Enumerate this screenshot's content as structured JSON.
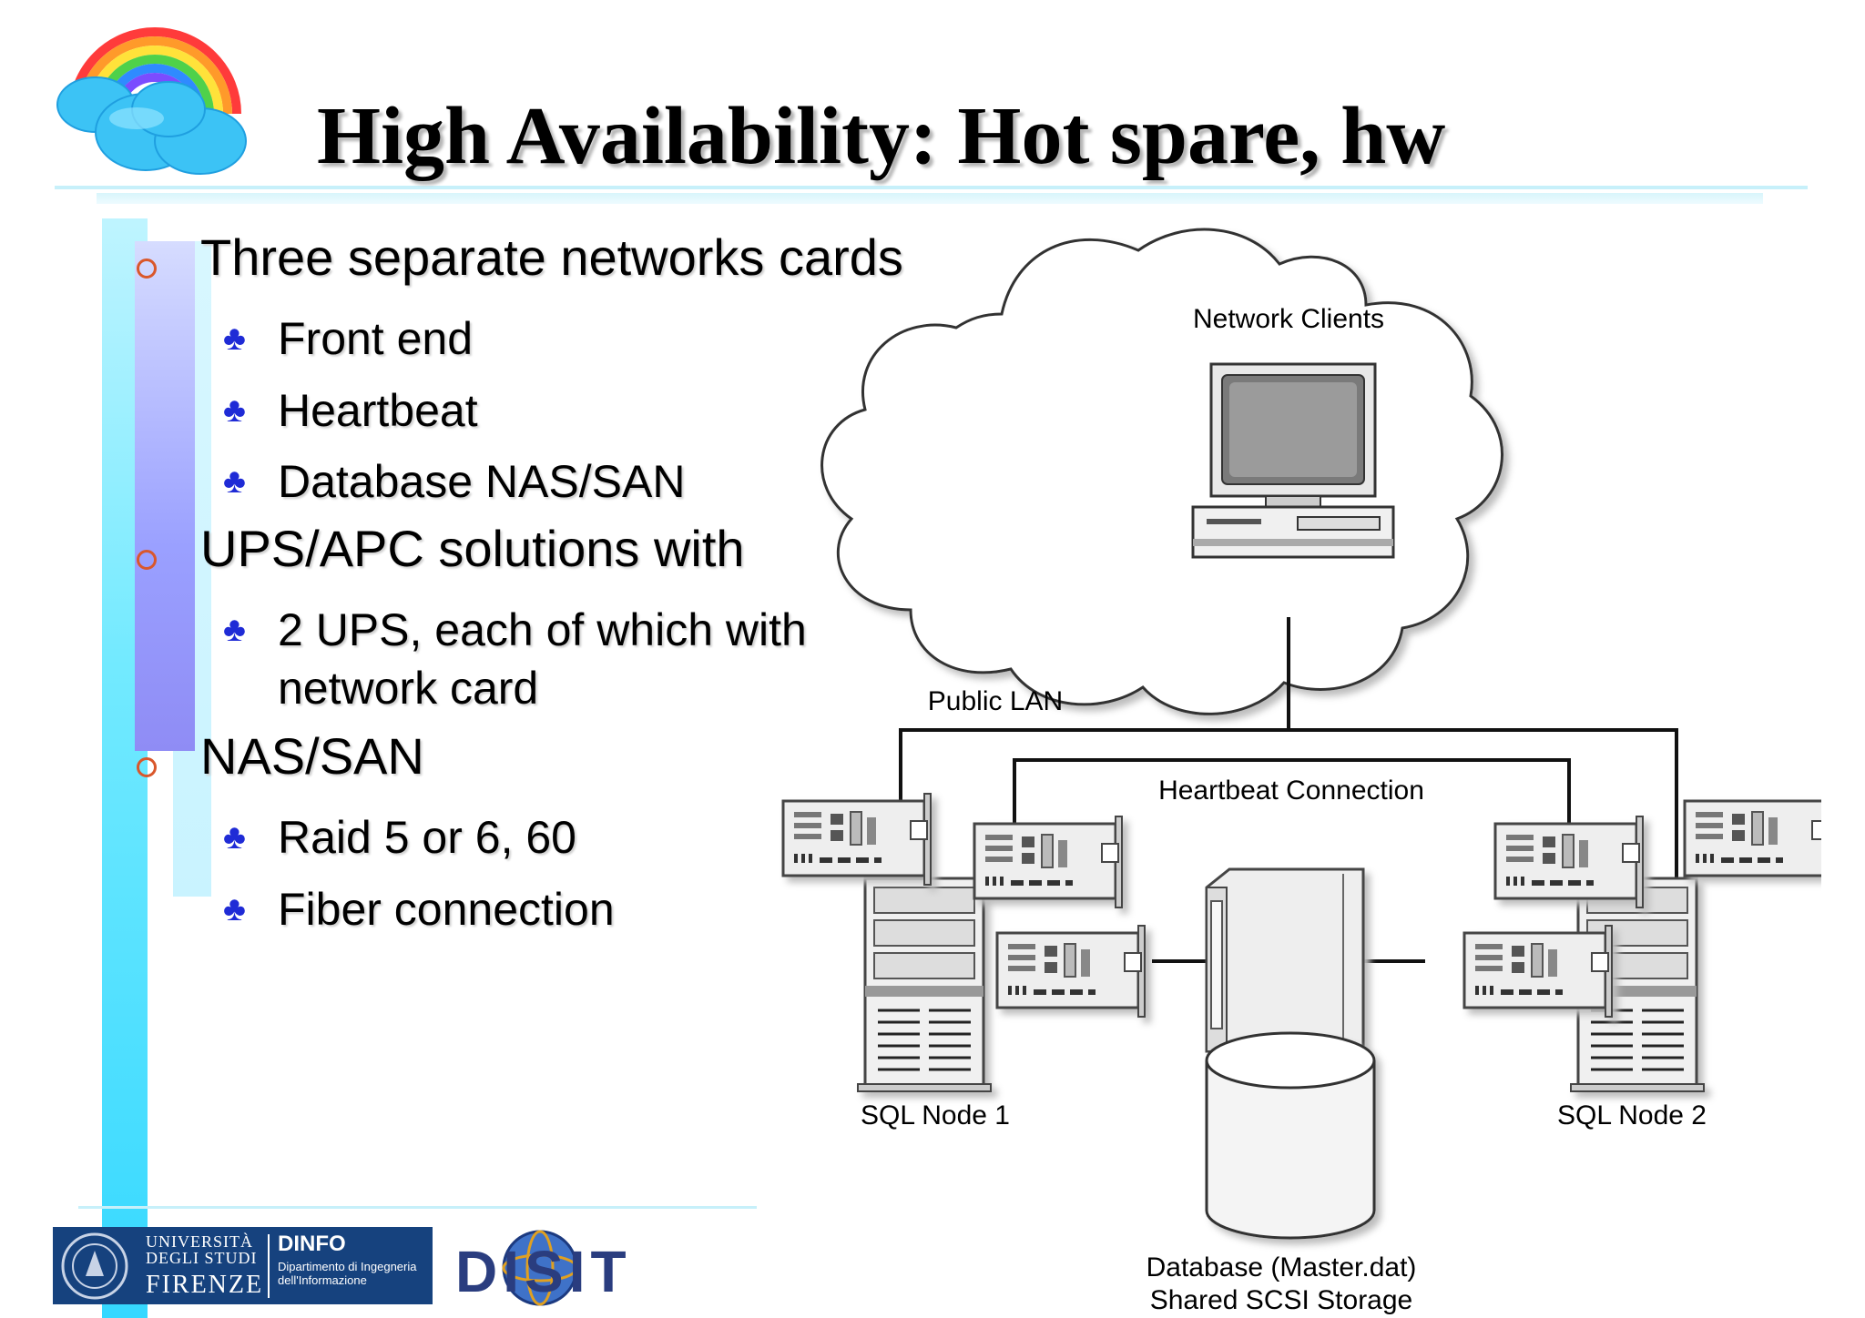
{
  "slide": {
    "title": "High Availability: Hot spare, hw"
  },
  "bullets": [
    {
      "text": "Three separate networks cards",
      "subs": [
        "Front end",
        "Heartbeat",
        "Database NAS/SAN"
      ]
    },
    {
      "text": "UPS/APC solutions with",
      "subs": [
        "2 UPS, each of which with",
        "network card"
      ]
    },
    {
      "text": "NAS/SAN",
      "subs": [
        "Raid 5 or 6, 60",
        "Fiber connection"
      ]
    }
  ],
  "diagram": {
    "clients_label": "Network Clients",
    "public_lan_label": "Public LAN",
    "heartbeat_label": "Heartbeat Connection",
    "node1_label": "SQL Node 1",
    "node2_label": "SQL Node 2",
    "storage_label_line1": "Database (Master.dat)",
    "storage_label_line2": "Shared SCSI Storage"
  },
  "footer": {
    "university_line1": "UNIVERSITÀ",
    "university_line2": "DEGLI STUDI",
    "university_city": "FIRENZE",
    "dept_name": "DINFO",
    "dept_desc": "Dipartimento di Ingegneria dell'Informazione",
    "disit_logo": "DISIT"
  },
  "icons": {
    "rainbow": "rainbow-cloud-icon",
    "bullet_level1": "circle-bullet-icon",
    "bullet_level2": "club-bullet-icon"
  },
  "colors": {
    "bullet1": "#d9572b",
    "bullet2": "#1f2bd6",
    "accent_cyan": "#35d8ff",
    "accent_violet": "#8f8cf5",
    "footer_blue": "#16427e"
  }
}
